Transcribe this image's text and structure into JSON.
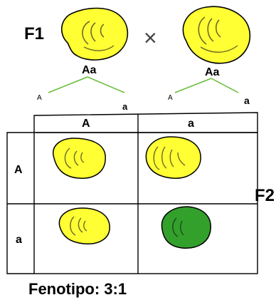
{
  "colors": {
    "yellow_seed": "#ffff33",
    "green_seed": "#33a02c",
    "green_line": "#66bb33",
    "grid_line": "#000000",
    "curl_line": "#6b6b2a"
  },
  "parents": {
    "generation_label": "F1",
    "cross_symbol": "×",
    "left": {
      "genotype": "Aa",
      "allele_left": "A",
      "allele_right": "a"
    },
    "right": {
      "genotype": "Aa",
      "allele_left": "A",
      "allele_right": "a"
    }
  },
  "punnett": {
    "generation_label": "F2",
    "col_headers": [
      "A",
      "a"
    ],
    "row_headers": [
      "A",
      "a"
    ],
    "cells": [
      [
        "yellow-seed-icon",
        "yellow-seed-icon"
      ],
      [
        "yellow-seed-icon",
        "green-seed-icon"
      ]
    ]
  },
  "phenotype": {
    "label": "Fenotipo: 3:1"
  }
}
